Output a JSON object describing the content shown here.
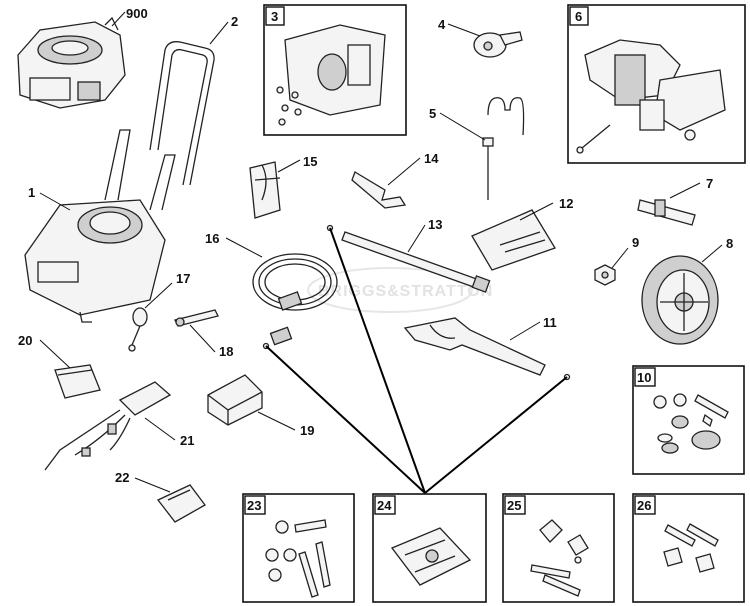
{
  "watermark": "BRIGGS&STRATTON",
  "callouts": {
    "c900": "900",
    "c1": "1",
    "c2": "2",
    "c3": "3",
    "c4": "4",
    "c5": "5",
    "c6": "6",
    "c7": "7",
    "c8": "8",
    "c9": "9",
    "c10": "10",
    "c11": "11",
    "c12": "12",
    "c13": "13",
    "c14": "14",
    "c15": "15",
    "c16": "16",
    "c17": "17",
    "c18": "18",
    "c19": "19",
    "c20": "20",
    "c21": "21",
    "c22": "22",
    "c23": "23",
    "c24": "24",
    "c25": "25",
    "c26": "26"
  }
}
